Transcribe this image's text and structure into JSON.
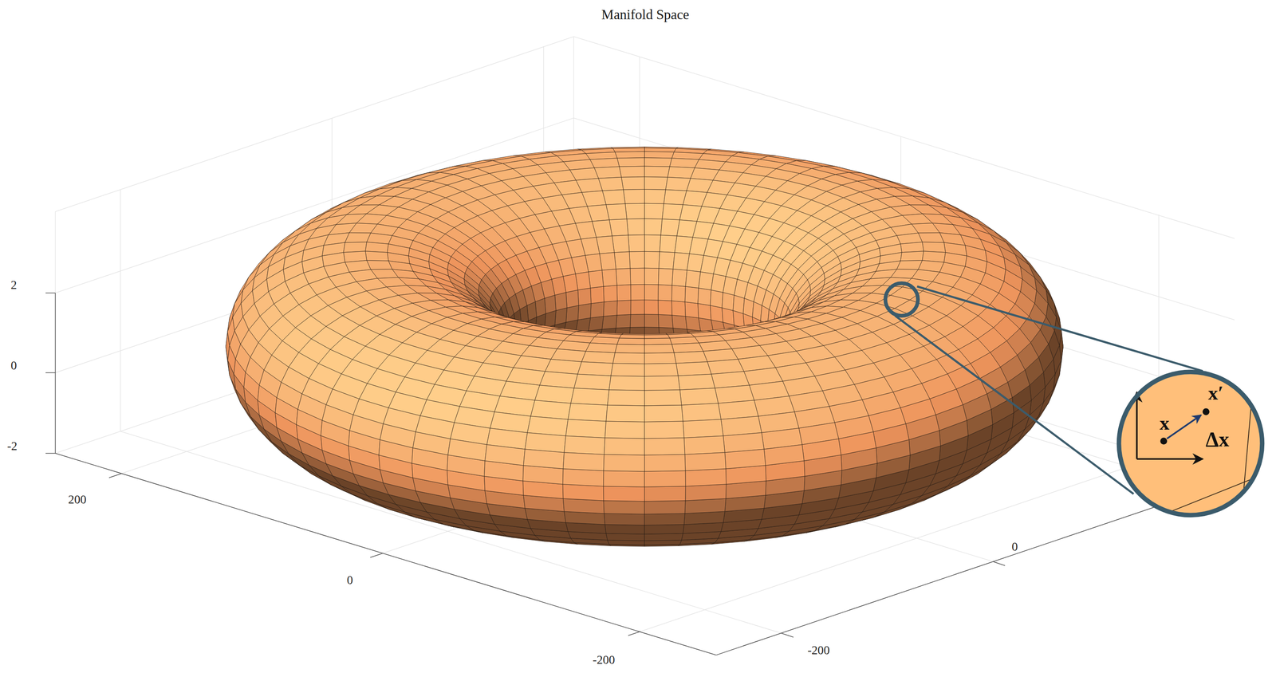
{
  "diagram": {
    "title": "Manifold Space",
    "labels": [
      "2",
      "0",
      "-2",
      "200",
      "0",
      "-200",
      "0",
      "-200",
      "x",
      "x′",
      "Δx"
    ]
  }
}
